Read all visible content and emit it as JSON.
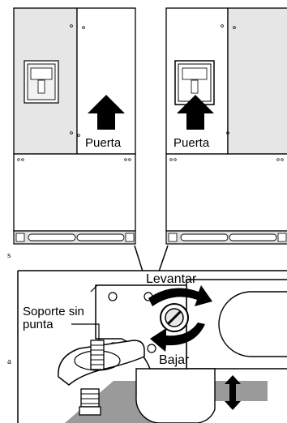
{
  "labels": {
    "door_left": "Puerta",
    "door_right": "Puerta",
    "raise": "Levantar",
    "lower": "Bajar",
    "bracket_line1": "Soporte sin",
    "bracket_line2": "punta"
  },
  "page_fragments": {
    "top": "s",
    "bottom": "a"
  },
  "colors": {
    "fridge_door": "#e6e6e6",
    "fridge_lower": "#ffffff",
    "outline": "#000000",
    "shadow": "#9a9a9a",
    "detail_bg": "#ededed"
  }
}
